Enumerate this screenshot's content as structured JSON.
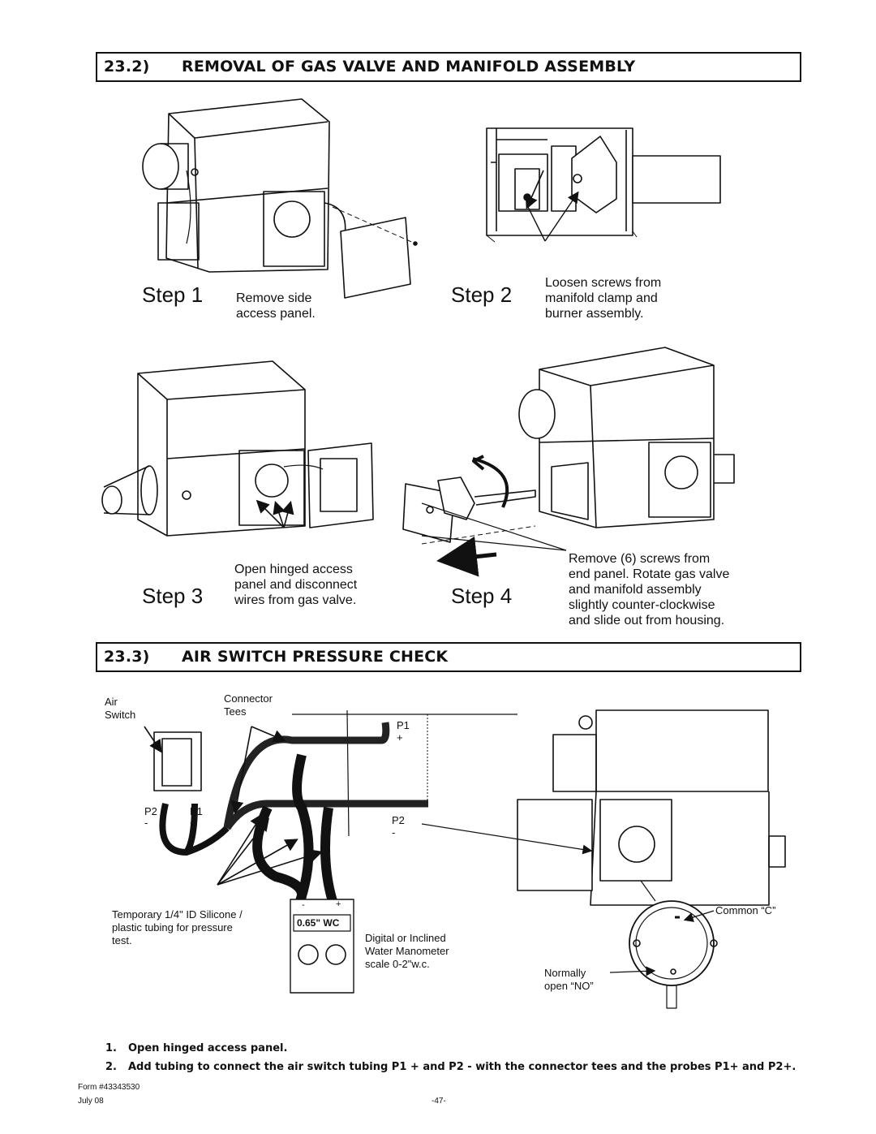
{
  "section_gas": {
    "number": "23.2)",
    "title": "REMOVAL OF GAS VALVE AND MANIFOLD ASSEMBLY"
  },
  "steps": [
    {
      "word": "Step 1",
      "caption": [
        "Remove side",
        "access panel."
      ]
    },
    {
      "word": "Step 2",
      "caption": [
        "Loosen screws from",
        "manifold clamp and",
        "burner assembly."
      ]
    },
    {
      "word": "Step 3",
      "caption": [
        "Open hinged access",
        "panel and disconnect",
        "wires from gas valve."
      ]
    },
    {
      "word": "Step 4",
      "caption": [
        "Remove (6) screws from",
        "end panel. Rotate gas valve",
        "and manifold assembly",
        "slightly counter-clockwise",
        "and slide out from housing."
      ]
    }
  ],
  "section_air": {
    "number": "23.3)",
    "title": "AIR SWITCH PRESSURE CHECK"
  },
  "air_labels": {
    "air_switch": [
      "Air",
      "Switch"
    ],
    "connector_tees": [
      "Connector",
      "Tees"
    ],
    "p1_top": "P1",
    "plus_top": "+",
    "p2_left": "P2",
    "minus_left": "-",
    "p1_left": "P1",
    "plus_left": "+",
    "p2_right": "P2",
    "minus_right": "-",
    "tubing": [
      "Temporary 1/4\" ID Silicone /",
      "plastic tubing for pressure",
      "test."
    ],
    "manometer_minus": "-",
    "manometer_plus": "+",
    "manometer_reading": "0.65\" WC",
    "manometer_desc": [
      "Digital or Inclined",
      "Water Manometer",
      "scale 0-2\"w.c."
    ],
    "common": "Common “C”",
    "normally_open": [
      "Normally",
      "open “NO”"
    ]
  },
  "instructions": [
    {
      "num": "1.",
      "text": "Open hinged access panel."
    },
    {
      "num": "2.",
      "text": "Add tubing to connect the air switch tubing P1 + and P2 - with the connector tees and the probes P1+ and P2+."
    }
  ],
  "footer": {
    "form": "Form #43343530",
    "date": "July 08",
    "page": "-47-"
  }
}
